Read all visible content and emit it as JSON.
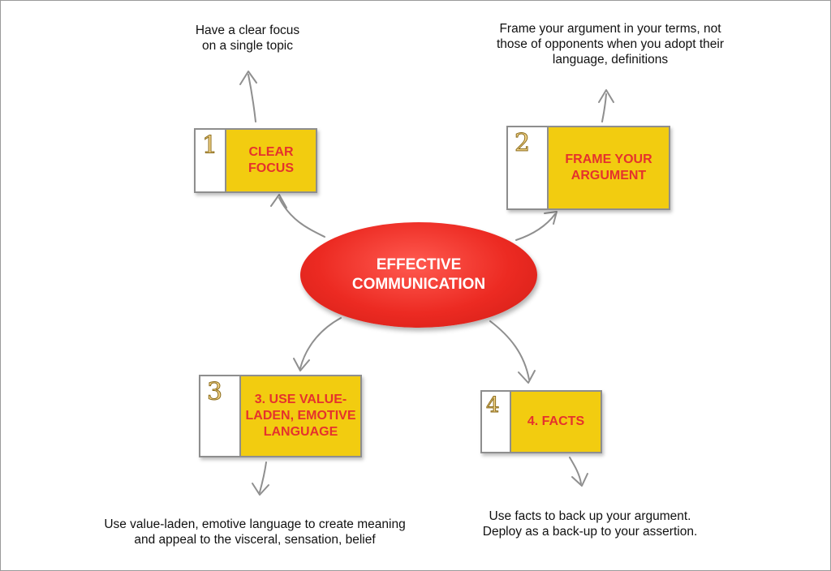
{
  "center": {
    "line1": "EFFECTIVE",
    "line2": "COMMUNICATION"
  },
  "nodes": [
    {
      "number": "1",
      "label_lines": [
        "CLEAR",
        "FOCUS"
      ],
      "description_lines": [
        "Have a clear focus",
        "on a single topic"
      ]
    },
    {
      "number": "2",
      "label_lines": [
        "FRAME YOUR",
        "ARGUMENT"
      ],
      "description_lines": [
        "Frame your argument in your terms, not",
        "those of opponents when you adopt their",
        "language, definitions"
      ]
    },
    {
      "number": "3",
      "label_lines": [
        "3. USE VALUE-",
        "LADEN, EMOTIVE",
        "LANGUAGE"
      ],
      "description_lines": [
        "Use value-laden, emotive language to create meaning",
        "and appeal to the visceral, sensation, belief"
      ]
    },
    {
      "number": "4",
      "label_lines": [
        "4. FACTS"
      ],
      "description_lines": [
        "Use facts to back up your argument.",
        "Deploy as a back-up to your assertion."
      ]
    }
  ],
  "colors": {
    "center_fill": "#e8302a",
    "box_fill": "#f2cc10",
    "box_text": "#e5322d",
    "number_fill": "#f3d488"
  }
}
